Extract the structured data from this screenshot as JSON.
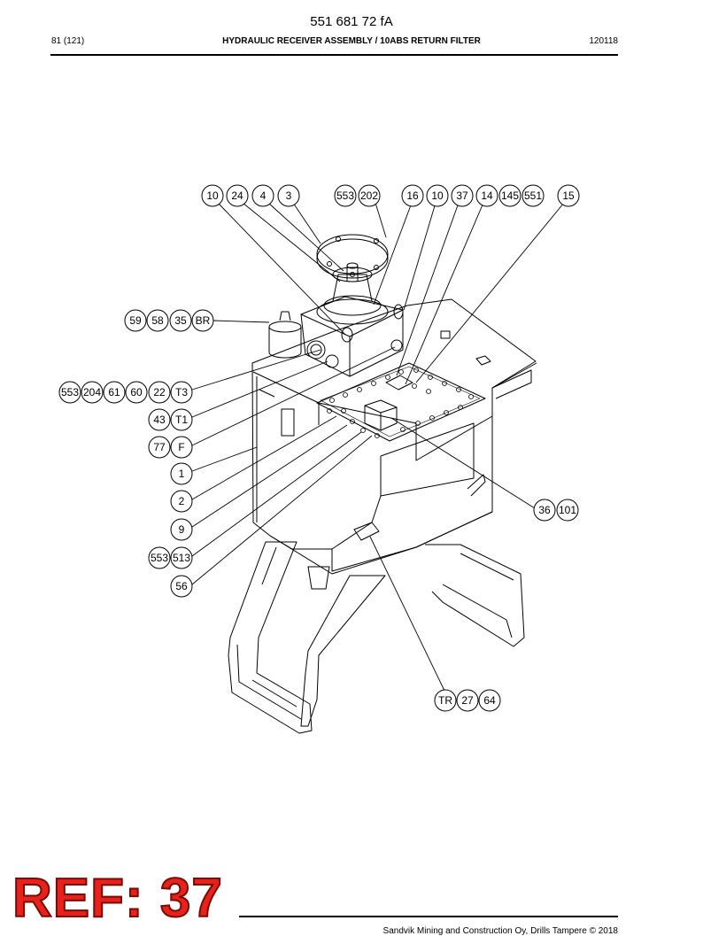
{
  "header": {
    "doc_number": "551 681 72 fA",
    "page": "81 (121)",
    "title": "HYDRAULIC RECEIVER ASSEMBLY / 10ABS RETURN FILTER",
    "date": "120118"
  },
  "footer": {
    "copyright": "Sandvik Mining and Construction Oy, Drills Tampere © 2018"
  },
  "stamp": {
    "text": "REF: 37"
  },
  "callouts": {
    "top_row": [
      "10",
      "24",
      "4",
      "3",
      "553",
      "202",
      "16",
      "10",
      "37",
      "14",
      "145",
      "551",
      "15"
    ],
    "row_59": [
      "59",
      "58",
      "35",
      "BR"
    ],
    "row_553": [
      "553",
      "204",
      "61",
      "60",
      "22",
      "T3"
    ],
    "row_43": [
      "43",
      "T1"
    ],
    "row_77": [
      "77",
      "F"
    ],
    "c1": "1",
    "c2": "2",
    "c9": "9",
    "row_553b": [
      "553",
      "513"
    ],
    "c56": "56",
    "row_36": [
      "36",
      "101"
    ],
    "row_tr": [
      "TR",
      "27",
      "64"
    ]
  },
  "colors": {
    "stamp_fill": "#e8221b",
    "stamp_outline": "#7a0a06"
  }
}
